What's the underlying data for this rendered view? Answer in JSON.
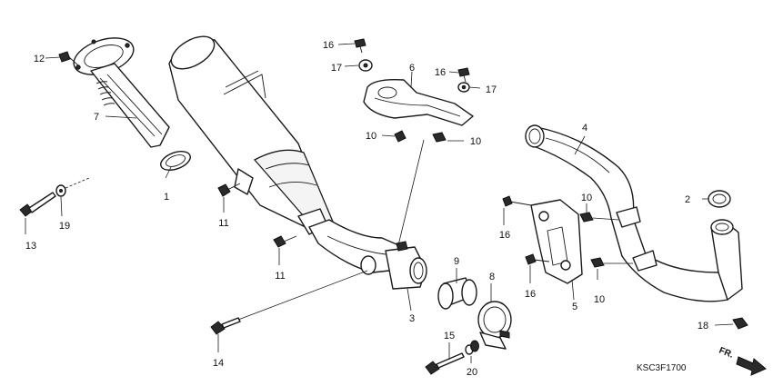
{
  "diagram": {
    "callouts": {
      "c1": "1",
      "c2": "2",
      "c3": "3",
      "c4": "4",
      "c5": "5",
      "c6": "6",
      "c7": "7",
      "c8": "8",
      "c9": "9",
      "c10a": "10",
      "c10b": "10",
      "c10c": "10",
      "c10d": "10",
      "c11a": "11",
      "c11b": "11",
      "c12": "12",
      "c13": "13",
      "c14": "14",
      "c15": "15",
      "c16a": "16",
      "c16b": "16",
      "c16c": "16",
      "c16d": "16",
      "c17a": "17",
      "c17b": "17",
      "c18": "18",
      "c19": "19",
      "c20": "20"
    },
    "front_marker": "FR.",
    "drawing_code": "KSC3F1700"
  }
}
